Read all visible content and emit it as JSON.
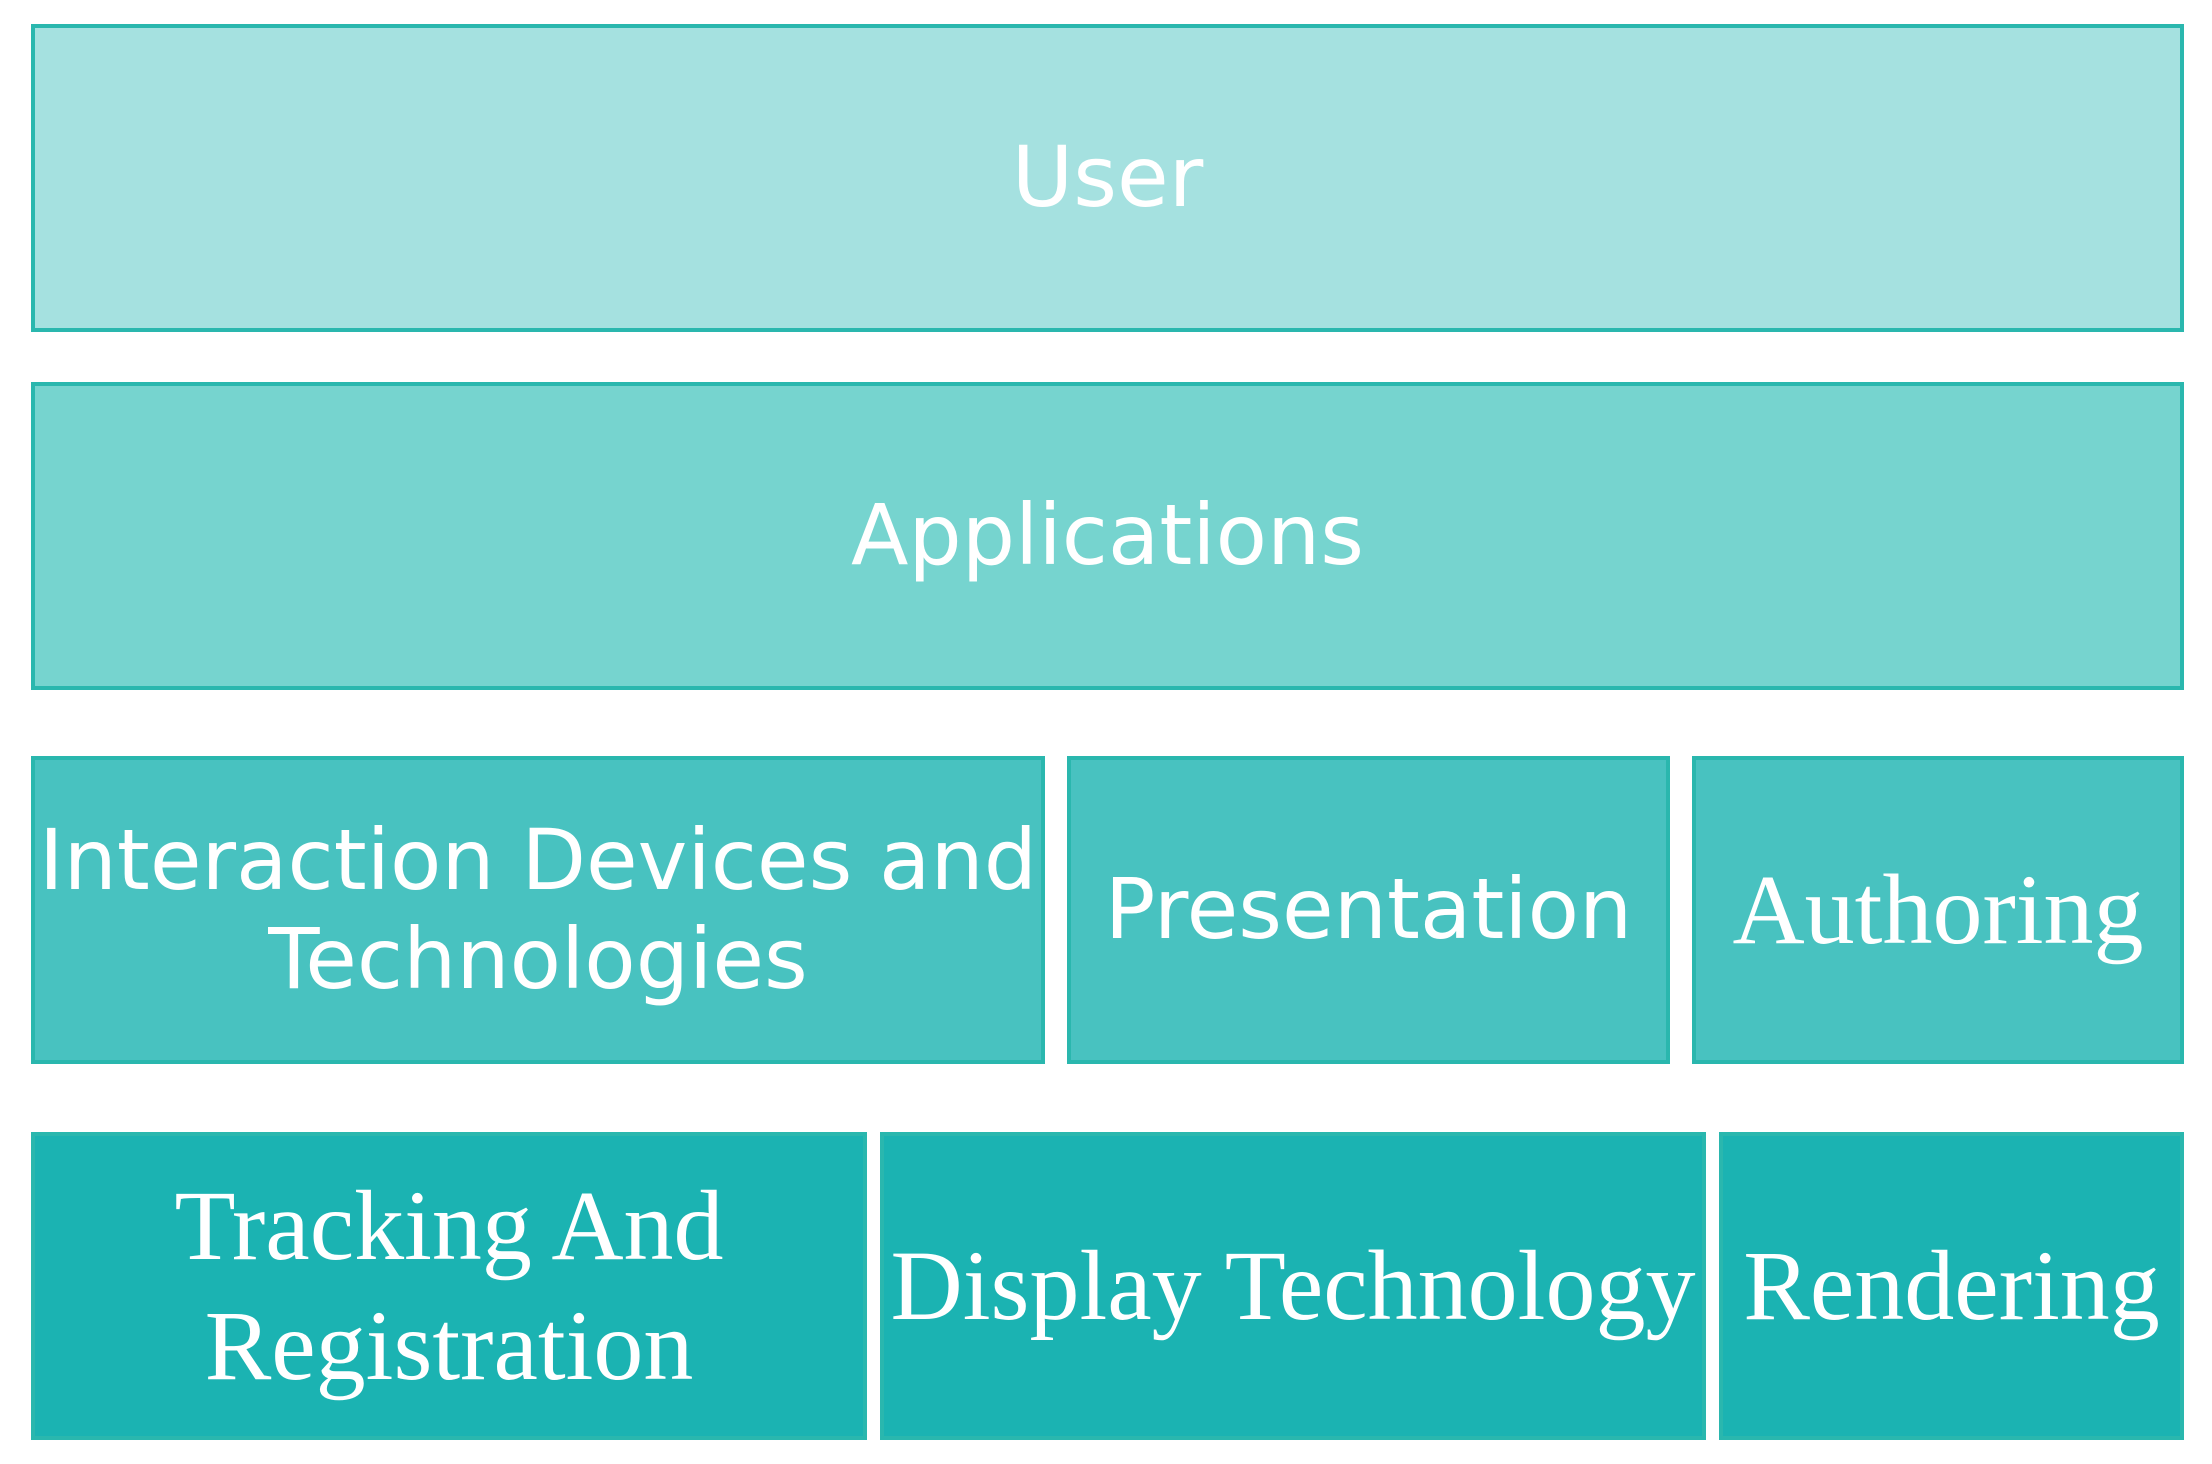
{
  "colors": {
    "border": "#2ab7ae",
    "text": "#ffffff",
    "row1": "#a5e1e0",
    "row2": "#76d4cf",
    "row3": "#48c2c0",
    "row4": "#1bb3b2"
  },
  "diagram": {
    "row1": {
      "user": "User"
    },
    "row2": {
      "applications": "Applications"
    },
    "row3": {
      "interaction": "Interaction Devices and\nTechnologies",
      "presentation": "Presentation",
      "authoring": "Authoring"
    },
    "row4": {
      "tracking": "Tracking And\nRegistration",
      "display": "Display Technology",
      "rendering": "Rendering"
    }
  }
}
